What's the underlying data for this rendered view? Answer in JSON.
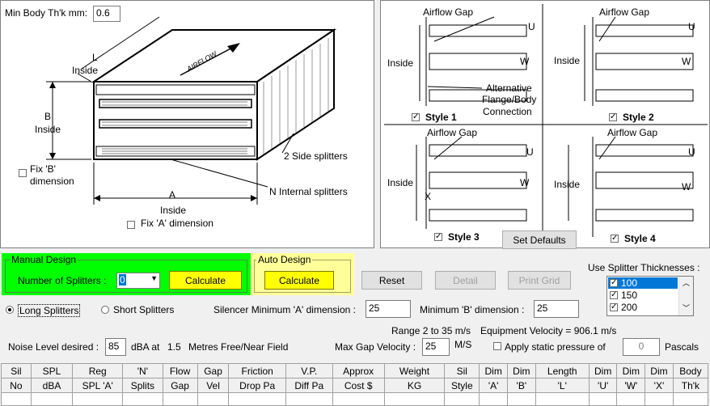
{
  "top_left": {
    "min_body_label": "Min Body Th'k mm:",
    "min_body_value": "0.6",
    "label_L": "L",
    "label_L_inside": "Inside",
    "airflow": "AIRFLOW",
    "label_B": "B",
    "label_B_inside": "Inside",
    "fix_b_label_1": "Fix 'B'",
    "fix_b_label_2": "dimension",
    "label_A": "A",
    "label_A_inside": "Inside",
    "fix_a_label": "Fix 'A' dimension",
    "side_splitters": "2 Side splitters",
    "internal_splitters": "N Internal splitters"
  },
  "styles": {
    "airflow_gap": "Airflow Gap",
    "inside": "Inside",
    "U": "U",
    "W": "W",
    "X": "X",
    "alt_1": "Alternative",
    "alt_2": "Flange/Body",
    "alt_3": "Connection",
    "style1": "Style 1",
    "style2": "Style 2",
    "style3": "Style 3",
    "style4": "Style 4",
    "set_defaults": "Set Defaults"
  },
  "manual_design": {
    "title": "Manual Design",
    "num_splitters_label": "Number of Splitters :",
    "num_splitters_value": "0",
    "calculate": "Calculate"
  },
  "auto_design": {
    "title": "Auto Design",
    "calculate": "Calculate"
  },
  "buttons": {
    "reset": "Reset",
    "detail": "Detail",
    "print_grid": "Print Grid"
  },
  "splitter_thickness": {
    "title": "Use Splitter Thicknesses :",
    "items": [
      "100",
      "150",
      "200"
    ]
  },
  "options": {
    "long_splitters": "Long Splitters",
    "short_splitters": "Short Splitters",
    "min_a_label": "Silencer Minimum 'A' dimension :",
    "min_a_value": "25",
    "min_b_label": "Minimum 'B' dimension :",
    "min_b_value": "25",
    "range_text": "Range 2 to 35 m/s",
    "equip_velocity": "Equipment Velocity = 906.1 m/s",
    "noise_label": "Noise Level desired :",
    "noise_value": "85",
    "noise_suffix": "dBA at",
    "distance": "1.5",
    "metres": "Metres Free/Near Field",
    "max_gap_label": "Max Gap Velocity :",
    "max_gap_value": "25",
    "ms": "M/S",
    "apply_static": "Apply static pressure of",
    "static_value": "0",
    "pascals": "Pascals"
  },
  "grid": {
    "row1": [
      "Sil",
      "SPL",
      "Reg",
      "'N'",
      "Flow",
      "Gap",
      "Friction",
      "V.P.",
      "Approx",
      "Weight",
      "Sil",
      "Dim",
      "Dim",
      "Length",
      "Dim",
      "Dim",
      "Dim",
      "Body"
    ],
    "row2": [
      "No",
      "dBA",
      "SPL 'A'",
      "Splits",
      "Gap",
      "Vel",
      "Drop Pa",
      "Diff Pa",
      "Cost $",
      "KG",
      "Style",
      "'A'",
      "'B'",
      "'L'",
      "'U'",
      "'W'",
      "'X'",
      "Th'k"
    ]
  }
}
